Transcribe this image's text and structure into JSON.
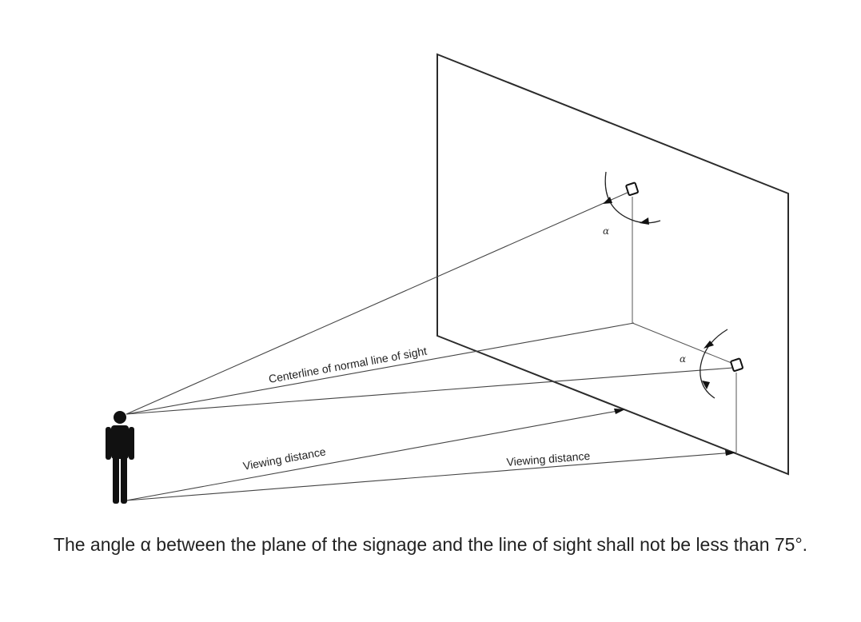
{
  "labels": {
    "centerline": "Centerline of normal line of sight",
    "viewing_distance_1": "Viewing distance",
    "viewing_distance_2": "Viewing distance",
    "alpha_upper": "α",
    "alpha_lower": "α"
  },
  "caption": "The angle α between the plane of the signage and the line of sight shall not be less than 75°.",
  "colors": {
    "line": "#2b2b2b",
    "figure": "#111111",
    "text": "#222222"
  },
  "icons": [
    "person-figure-icon",
    "sign-marker-icon",
    "angle-arc-icon",
    "arrowhead-icon"
  ]
}
